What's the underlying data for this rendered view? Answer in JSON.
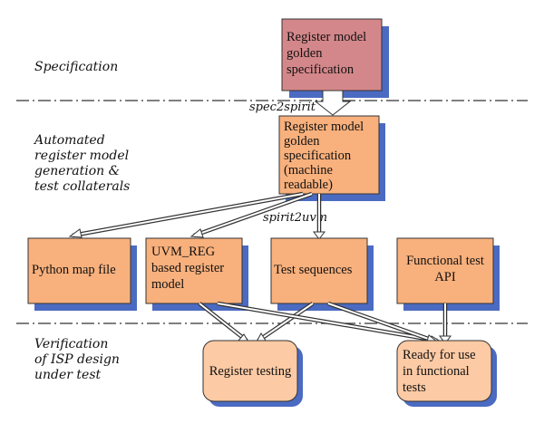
{
  "phases": {
    "specification": [
      "Specification"
    ],
    "generation": [
      "Automated",
      "register model",
      "generation &",
      "test collaterals"
    ],
    "verification": [
      "Verification",
      "of ISP design",
      "under test"
    ]
  },
  "connectors": {
    "spec2spirit": "spec2spirit",
    "spirit2uvm": "spirit2uvm"
  },
  "boxes": {
    "golden_spec": [
      "Register model",
      "golden",
      "specification"
    ],
    "machine_spec": [
      "Register model",
      "golden",
      "specification",
      "(machine",
      "readable)"
    ],
    "python_map": [
      "Python map file"
    ],
    "uvm_reg": [
      "UVM_REG",
      "based register",
      "model"
    ],
    "test_sequences": [
      "Test sequences"
    ],
    "functional_api": [
      "Functional test",
      "API"
    ],
    "register_testing": [
      "Register testing"
    ],
    "ready_for_use": [
      "Ready for use",
      "in functional",
      "tests"
    ]
  },
  "colors": {
    "golden_fill": "#d4878a",
    "box_fill": "#f8b07c",
    "result_fill": "#fccaa4",
    "shadow": "#4b6bc2",
    "stroke": "#333333"
  }
}
